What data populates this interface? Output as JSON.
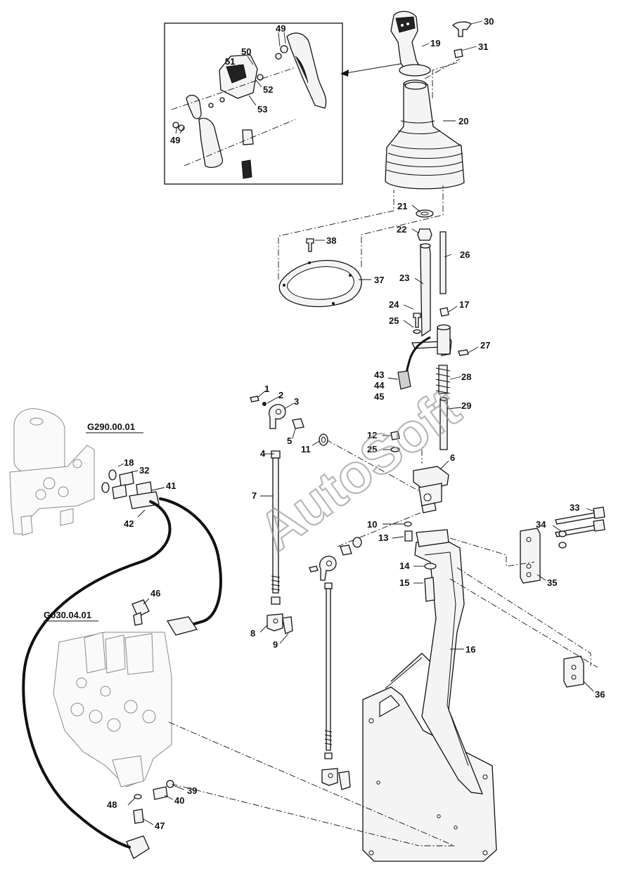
{
  "watermark": "AutoSoft",
  "references": {
    "accumulator": "G290.00.01",
    "valve_block": "G030.04.01"
  },
  "labels": {
    "n1": "1",
    "n2": "2",
    "n3": "3",
    "n4": "4",
    "n5": "5",
    "n6": "6",
    "n7": "7",
    "n8": "8",
    "n9": "9",
    "n10": "10",
    "n11": "11",
    "n12": "12",
    "n13": "13",
    "n14": "14",
    "n15": "15",
    "n16": "16",
    "n17": "17",
    "n18": "18",
    "n19": "19",
    "n20": "20",
    "n21": "21",
    "n22": "22",
    "n23": "23",
    "n24": "24",
    "n25a": "25",
    "n25b": "25",
    "n26": "26",
    "n27": "27",
    "n28": "28",
    "n29": "29",
    "n30": "30",
    "n31": "31",
    "n32": "32",
    "n33": "33",
    "n34": "34",
    "n35": "35",
    "n36": "36",
    "n37": "37",
    "n38": "38",
    "n39": "39",
    "n40": "40",
    "n41": "41",
    "n42": "42",
    "n43": "43",
    "n44": "44",
    "n45": "45",
    "n46": "46",
    "n47": "47",
    "n48": "48",
    "n49a": "49",
    "n49b": "49",
    "n50": "50",
    "n51": "51",
    "n52": "52",
    "n53": "53"
  }
}
